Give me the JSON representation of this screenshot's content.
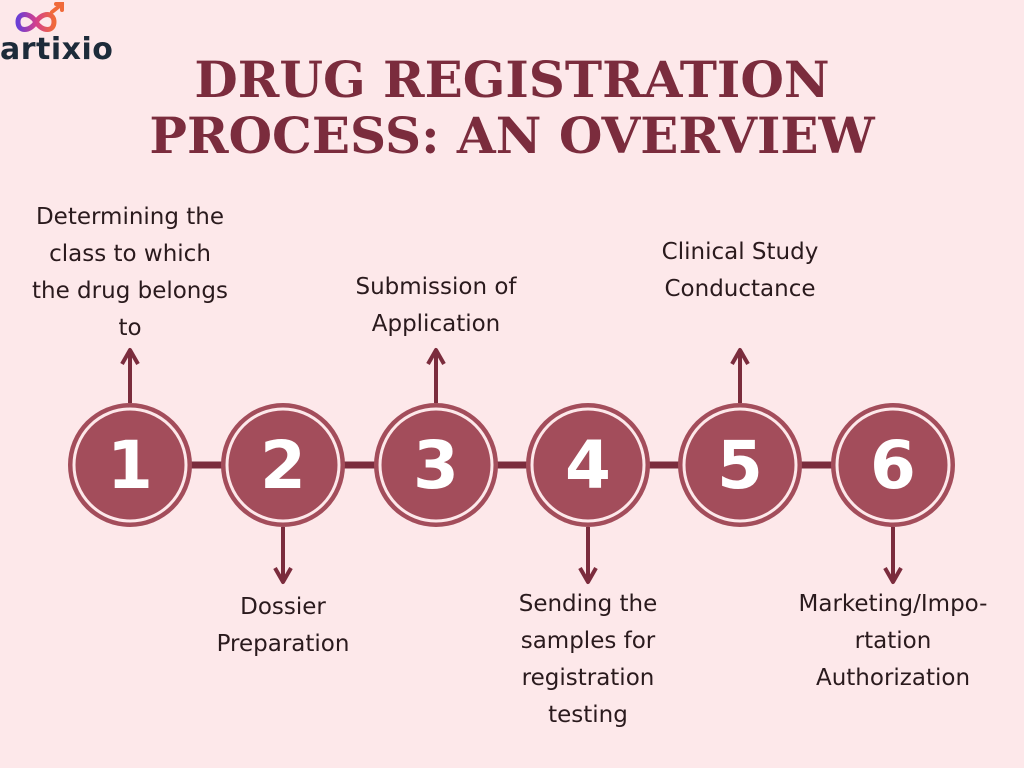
{
  "logo": {
    "text": "artixio",
    "icon": "infinity-arrow-icon"
  },
  "title": {
    "line1": "DRUG REGISTRATION",
    "line2": "PROCESS: AN OVERVIEW"
  },
  "colors": {
    "background": "#fde8ea",
    "title": "#7b2c3d",
    "circle_fill": "#a34d5b",
    "circle_ring": "#fde8ea",
    "connector": "#7b2c3d",
    "logo_text": "#1d2b3a"
  },
  "steps": [
    {
      "number": "1",
      "label": "Determining the\nclass to which\nthe drug belongs\nto"
    },
    {
      "number": "2",
      "label": "Dossier\nPreparation"
    },
    {
      "number": "3",
      "label": "Submission of\nApplication"
    },
    {
      "number": "4",
      "label": "Sending the\nsamples for\nregistration\ntesting"
    },
    {
      "number": "5",
      "label": "Clinical Study\nConductance"
    },
    {
      "number": "6",
      "label": "Marketing/Impo-\nrtation\nAuthorization"
    }
  ]
}
